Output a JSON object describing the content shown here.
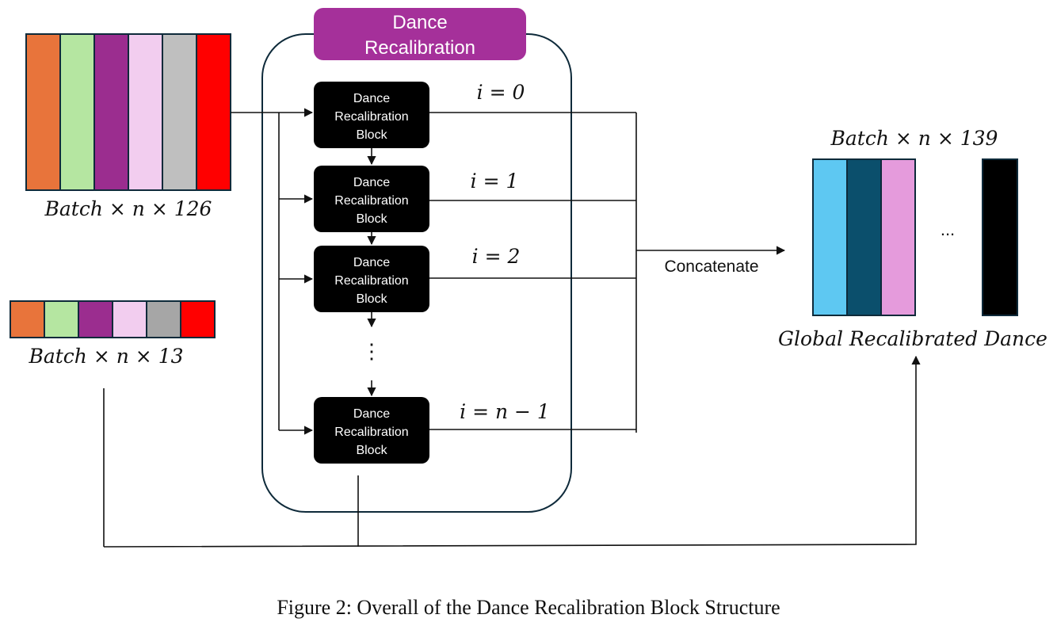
{
  "module_title_line1": "Dance",
  "module_title_line2": "Recalibration",
  "block_label_line1": "Dance",
  "block_label_line2": "Recalibration",
  "block_label_line3": "Block",
  "iterations": [
    "i = 0",
    "i = 1",
    "i = 2",
    "i = n − 1"
  ],
  "vertical_dots": "⋮",
  "input_large_label": "Batch × n × 126",
  "input_large_colors": [
    "#e8743b",
    "#b5e6a1",
    "#9b2d8f",
    "#f2cdef",
    "#bfbfbf",
    "#ff0000"
  ],
  "input_small_label": "Batch × n × 13",
  "input_small_colors": [
    "#e8743b",
    "#b5e6a1",
    "#9b2d8f",
    "#f2cdef",
    "#a6a6a6",
    "#ff0000"
  ],
  "concat_label": "Concatenate",
  "output_dims_label": "Batch × n × 139",
  "output_colors": [
    "#5ec8f2",
    "#0b4f6c",
    "#e59bdc"
  ],
  "output_last_color": "#000000",
  "output_ellipsis": "...",
  "output_label": "Global Recalibrated Dance",
  "module_header_color": "#a5309a",
  "block_color": "#000000",
  "caption": "Figure 2: Overall of the Dance Recalibration Block Structure"
}
